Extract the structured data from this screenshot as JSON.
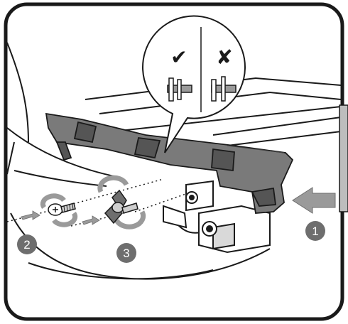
{
  "steps": {
    "one": "1",
    "two": "2",
    "three": "3"
  },
  "callout": {
    "correct_mark": "✔",
    "wrong_mark": "✘"
  },
  "colors": {
    "frame": "#1a1a1a",
    "bracket": "#7a7a7a",
    "bracket_dark": "#555555",
    "arrow": "#9a9a9a",
    "badge": "#6e6e6e",
    "line": "#1a1a1a"
  }
}
